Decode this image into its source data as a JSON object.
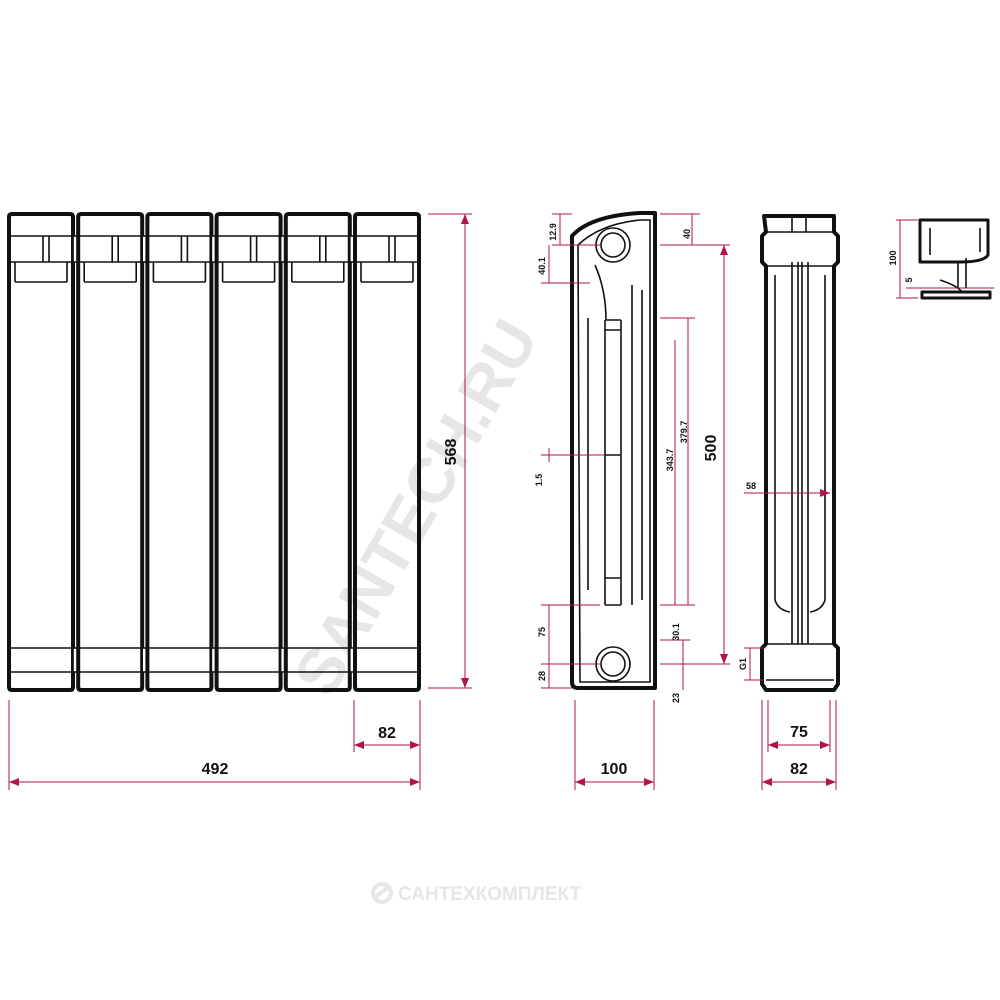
{
  "front_view": {
    "sections": 6,
    "height_label": "568",
    "section_width_label": "82",
    "total_width_label": "492"
  },
  "side_view": {
    "depth_label": "100",
    "axis_distance_label": "500",
    "top_offset_label": "12.9",
    "top_inlet_label": "40.1",
    "top_gap_label": "40",
    "inner_379_label": "379.7",
    "inner_343_label": "343.7",
    "thickness_label": "1.5",
    "bottom_75_label": "75",
    "bottom_28_label": "28",
    "bottom_30_label": "30.1",
    "bottom_23_label": "23"
  },
  "end_view": {
    "inner_width_label": "75",
    "outer_width_label": "82",
    "fin_label": "58",
    "thread_label": "G1"
  },
  "bracket_view": {
    "height_label": "100",
    "small_label": "5"
  },
  "watermarks": {
    "diagonal": "SANTECH.RU",
    "brand": "САНТЕХКОМПЛЕКТ"
  },
  "colors": {
    "outline": "#111111",
    "dimension": "#b0144a",
    "watermark": "#e6e6e6"
  }
}
